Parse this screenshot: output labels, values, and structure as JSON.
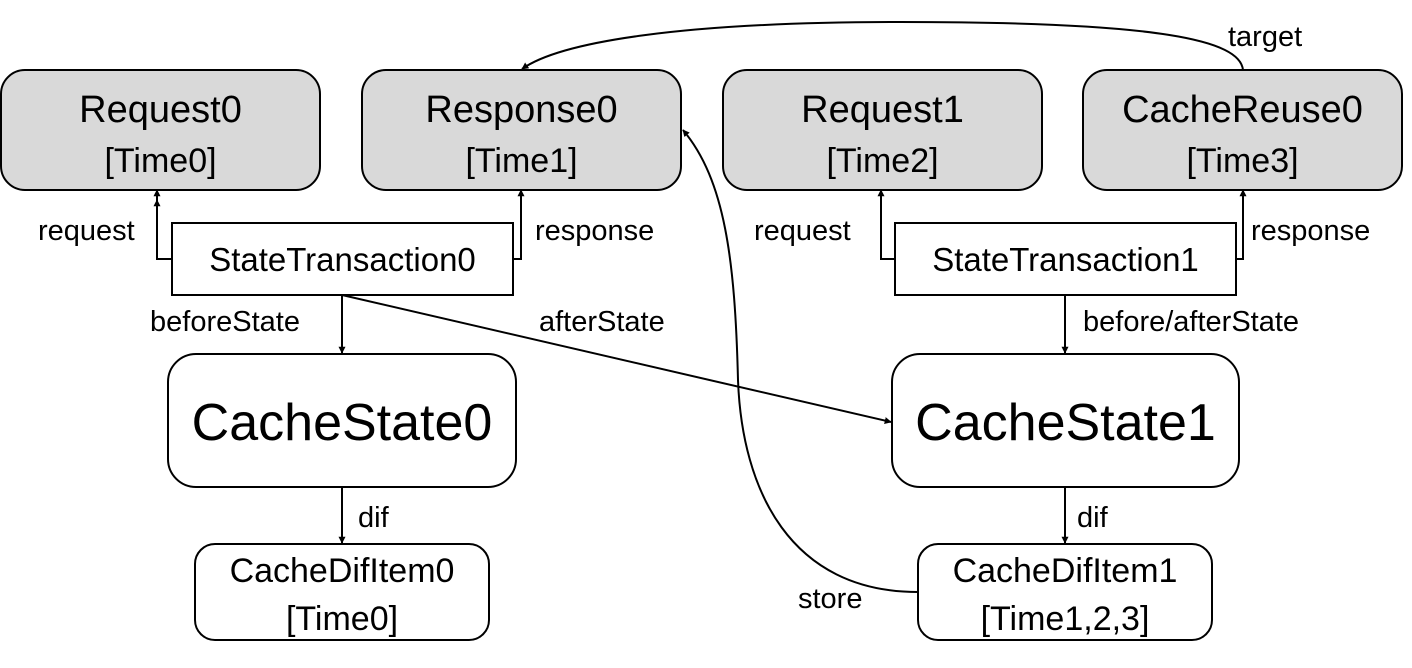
{
  "nodes": {
    "request0": {
      "title": "Request0",
      "time": "[Time0]"
    },
    "response0": {
      "title": "Response0",
      "time": "[Time1]"
    },
    "request1": {
      "title": "Request1",
      "time": "[Time2]"
    },
    "cachereuse0": {
      "title": "CacheReuse0",
      "time": "[Time3]"
    },
    "statetransaction0": {
      "title": "StateTransaction0"
    },
    "statetransaction1": {
      "title": "StateTransaction1"
    },
    "cachestate0": {
      "title": "CacheState0"
    },
    "cachestate1": {
      "title": "CacheState1"
    },
    "cachedifitem0": {
      "title": "CacheDifItem0",
      "time": "[Time0]"
    },
    "cachedifitem1": {
      "title": "CacheDifItem1",
      "time": "[Time1,2,3]"
    }
  },
  "edges": {
    "request_0": "request",
    "response_0": "response",
    "request_1": "request",
    "response_1": "response",
    "before_state_0": "beforeState",
    "after_state_0": "afterState",
    "before_after_state_1": "before/afterState",
    "dif_0": "dif",
    "dif_1": "dif",
    "store": "store",
    "target": "target"
  },
  "colors": {
    "shaded_fill": "#d9d9d9",
    "stroke": "#000000"
  }
}
